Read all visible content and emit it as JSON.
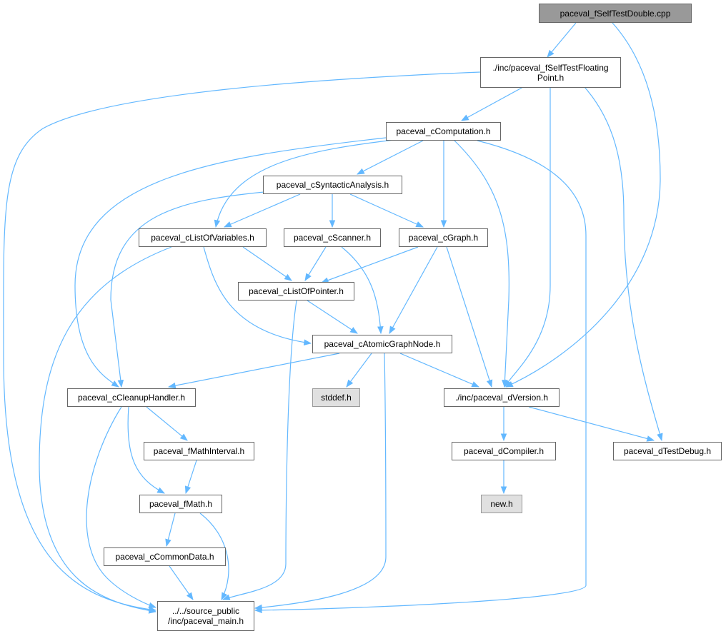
{
  "graph": {
    "nodes": {
      "root": "paceval_fSelfTestDouble.cpp",
      "floatingpoint": "./inc/paceval_fSelfTestFloating\nPoint.h",
      "computation": "paceval_cComputation.h",
      "syntactic": "paceval_cSyntacticAnalysis.h",
      "listofvariables": "paceval_cListOfVariables.h",
      "scanner": "paceval_cScanner.h",
      "graph": "paceval_cGraph.h",
      "listofpointer": "paceval_cListOfPointer.h",
      "atomic": "paceval_cAtomicGraphNode.h",
      "cleanup": "paceval_cCleanupHandler.h",
      "stddef": "stddef.h",
      "dversion": "./inc/paceval_dVersion.h",
      "mathinterval": "paceval_fMathInterval.h",
      "dcompiler": "paceval_dCompiler.h",
      "dtestdebug": "paceval_dTestDebug.h",
      "fmath": "paceval_fMath.h",
      "newh": "new.h",
      "commondata": "paceval_cCommonData.h",
      "main": "../../source_public\n/inc/paceval_main.h"
    },
    "colors": {
      "edge": "#63b8ff",
      "root_fill": "#999999",
      "system_fill": "#e0e0e0"
    }
  }
}
